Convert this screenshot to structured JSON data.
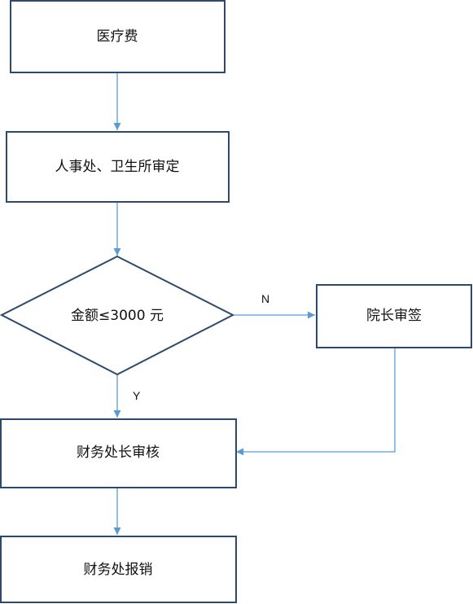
{
  "diagram": {
    "nodes": {
      "medical_fee": "医疗费",
      "personnel_review": "人事处、卫生所审定",
      "amount_check": "金额≤3000 元",
      "dean_sign": "院长审签",
      "finance_head_review": "财务处长审核",
      "finance_reimburse": "财务处报销"
    },
    "edge_labels": {
      "no": "N",
      "yes": "Y"
    },
    "colors": {
      "box_border": "#2e4a6b",
      "arrow": "#5b9bd5"
    }
  }
}
